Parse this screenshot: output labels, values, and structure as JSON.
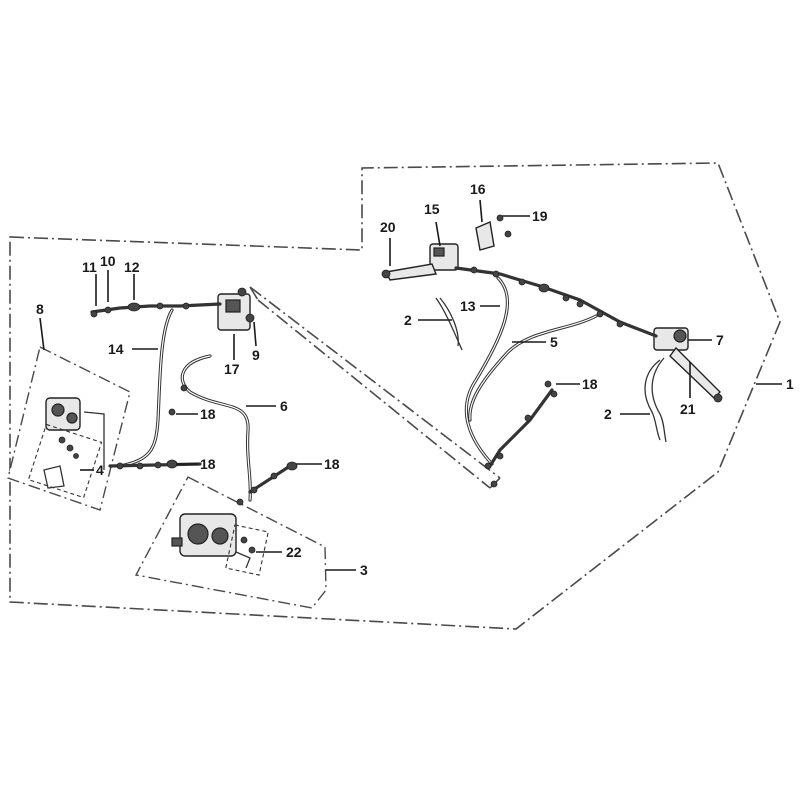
{
  "callouts": [
    {
      "id": "1",
      "text": "1"
    },
    {
      "id": "2a",
      "text": "2"
    },
    {
      "id": "2b",
      "text": "2"
    },
    {
      "id": "3",
      "text": "3"
    },
    {
      "id": "4",
      "text": "4"
    },
    {
      "id": "5",
      "text": "5"
    },
    {
      "id": "6",
      "text": "6"
    },
    {
      "id": "7",
      "text": "7"
    },
    {
      "id": "8",
      "text": "8"
    },
    {
      "id": "9",
      "text": "9"
    },
    {
      "id": "10",
      "text": "10"
    },
    {
      "id": "11",
      "text": "11"
    },
    {
      "id": "12",
      "text": "12"
    },
    {
      "id": "13",
      "text": "13"
    },
    {
      "id": "14",
      "text": "14"
    },
    {
      "id": "15",
      "text": "15"
    },
    {
      "id": "16",
      "text": "16"
    },
    {
      "id": "17",
      "text": "17"
    },
    {
      "id": "18a",
      "text": "18"
    },
    {
      "id": "18b",
      "text": "18"
    },
    {
      "id": "18c",
      "text": "18"
    },
    {
      "id": "18d",
      "text": "18"
    },
    {
      "id": "19",
      "text": "19"
    },
    {
      "id": "20",
      "text": "20"
    },
    {
      "id": "21",
      "text": "21"
    },
    {
      "id": "22",
      "text": "22"
    }
  ]
}
